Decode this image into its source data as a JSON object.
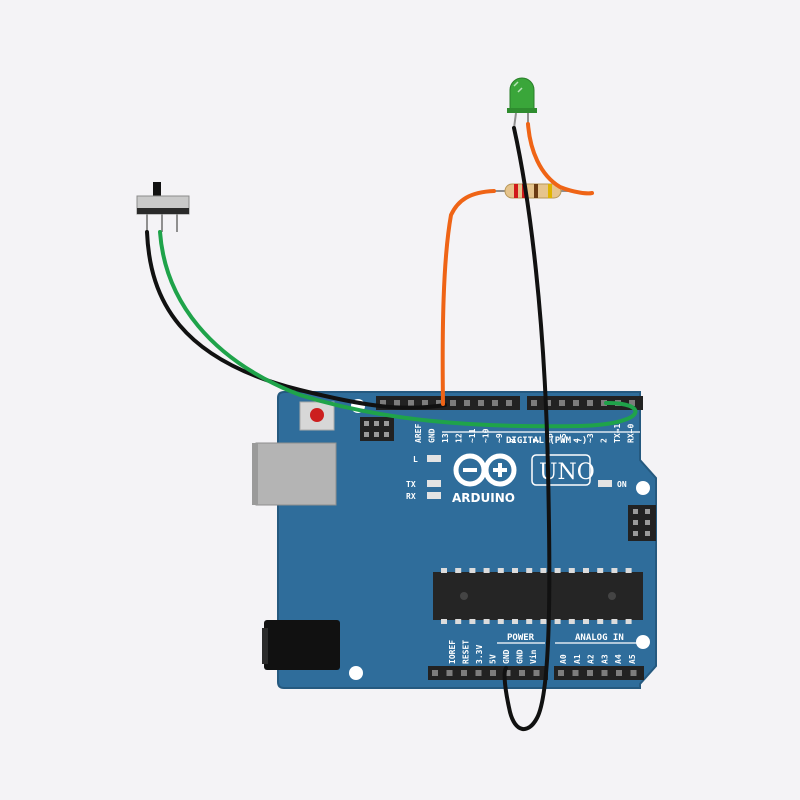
{
  "colors": {
    "background": "#f4f3f6",
    "board": "#2f6d9b",
    "board_edge": "#25597f",
    "header": "#222222",
    "wire_black": "#111111",
    "wire_green": "#1fa34a",
    "wire_orange": "#ef6416",
    "led": "#3aa63a"
  },
  "board": {
    "model": "UNO",
    "brand": "ARDUINO",
    "on_label": "ON",
    "l_label": "L",
    "tx_label": "TX",
    "rx_label": "RX",
    "digital_label": "DIGITAL (PWM ~)",
    "power_label": "POWER",
    "analog_label": "ANALOG IN",
    "top_left_pins": [
      "AREF",
      "GND",
      "13",
      "12",
      "~11",
      "~10",
      "~9",
      "8"
    ],
    "top_right_pins": [
      "7",
      "~6",
      "~5",
      "4",
      "~3",
      "2",
      "TX→1",
      "RX←0"
    ],
    "power_pins": [
      "IOREF",
      "RESET",
      "3.3V",
      "5V",
      "GND",
      "GND",
      "Vin"
    ],
    "analog_pins": [
      "A0",
      "A1",
      "A2",
      "A3",
      "A4",
      "A5"
    ]
  },
  "components": {
    "switch": "slide-switch",
    "led": "green-led",
    "resistor": "resistor"
  }
}
